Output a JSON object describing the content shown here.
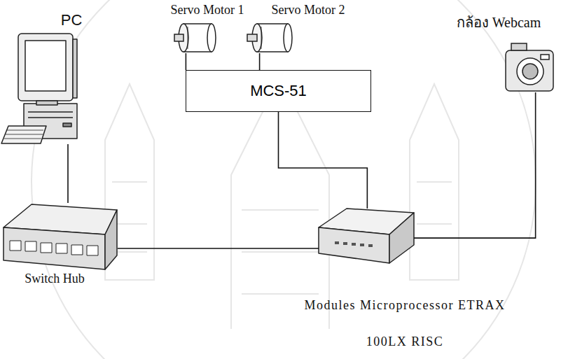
{
  "diagram": {
    "nodes": [
      {
        "text": [
          "PC"
        ]
      },
      {
        "text": [
          "Servo Motor 1"
        ]
      },
      {
        "text": [
          "Servo Motor 2"
        ]
      },
      {
        "text": [
          "กล้อง Webcam"
        ]
      },
      {
        "text": [
          "MCS-51"
        ]
      },
      {
        "text": [
          "Switch Hub"
        ]
      },
      {
        "text": [
          "Modules Microprocessor ETRAX 100LX RISC"
        ]
      }
    ],
    "edges": [
      {
        "from": 1,
        "to": 4,
        "arrow": "none"
      },
      {
        "from": 2,
        "to": 4,
        "arrow": "none"
      },
      {
        "from": 4,
        "to": 6,
        "arrow": "none"
      },
      {
        "from": 0,
        "to": 5,
        "arrow": "none"
      },
      {
        "from": 5,
        "to": 6,
        "arrow": "none"
      },
      {
        "from": 3,
        "to": 6,
        "arrow": "none"
      }
    ]
  }
}
